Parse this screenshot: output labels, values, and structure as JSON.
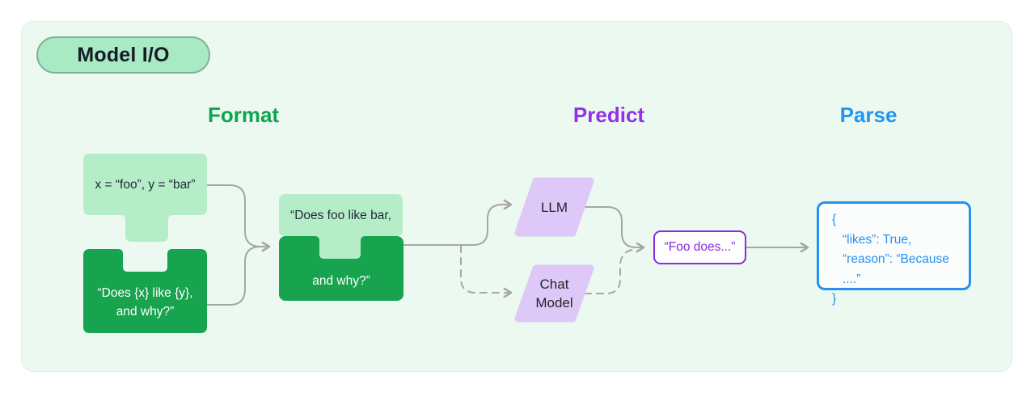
{
  "diagram": {
    "badge": {
      "label": "Model I/O"
    },
    "headers": {
      "format": {
        "label": "Format",
        "color": "#0ea44e"
      },
      "predict": {
        "label": "Predict",
        "color": "#9330ea"
      },
      "parse": {
        "label": "Parse",
        "color": "#2196f3"
      }
    },
    "nodes": {
      "vars_piece": {
        "text": "x = “foo”, y = “bar”"
      },
      "template_piece": {
        "lines": [
          "“Does {x} like {y},",
          "and why?”"
        ]
      },
      "merged_piece": {
        "top_line": "“Does foo like bar,",
        "bottom_line": "and why?”"
      },
      "llm": {
        "label": "LLM"
      },
      "chat_model": {
        "lines": [
          "Chat",
          "Model"
        ]
      },
      "output": {
        "text": "“Foo does...”"
      },
      "parsed": {
        "lines": [
          "{",
          "“likes”: True,",
          "“reason”: “Because ....”",
          "}"
        ]
      }
    },
    "colors": {
      "frame_bg": "#ecf9f1",
      "frame_border": "#d8f1e0",
      "badge_bg": "#a7eac4",
      "badge_border": "#84b094",
      "light_green": "#b5edc9",
      "dark_green": "#18a34e",
      "purple_shape": "#ddc8f8",
      "output_purple": "#8b2be2",
      "parse_blue": "#2590f2",
      "arrow_gray": "#a6a6a6"
    }
  }
}
